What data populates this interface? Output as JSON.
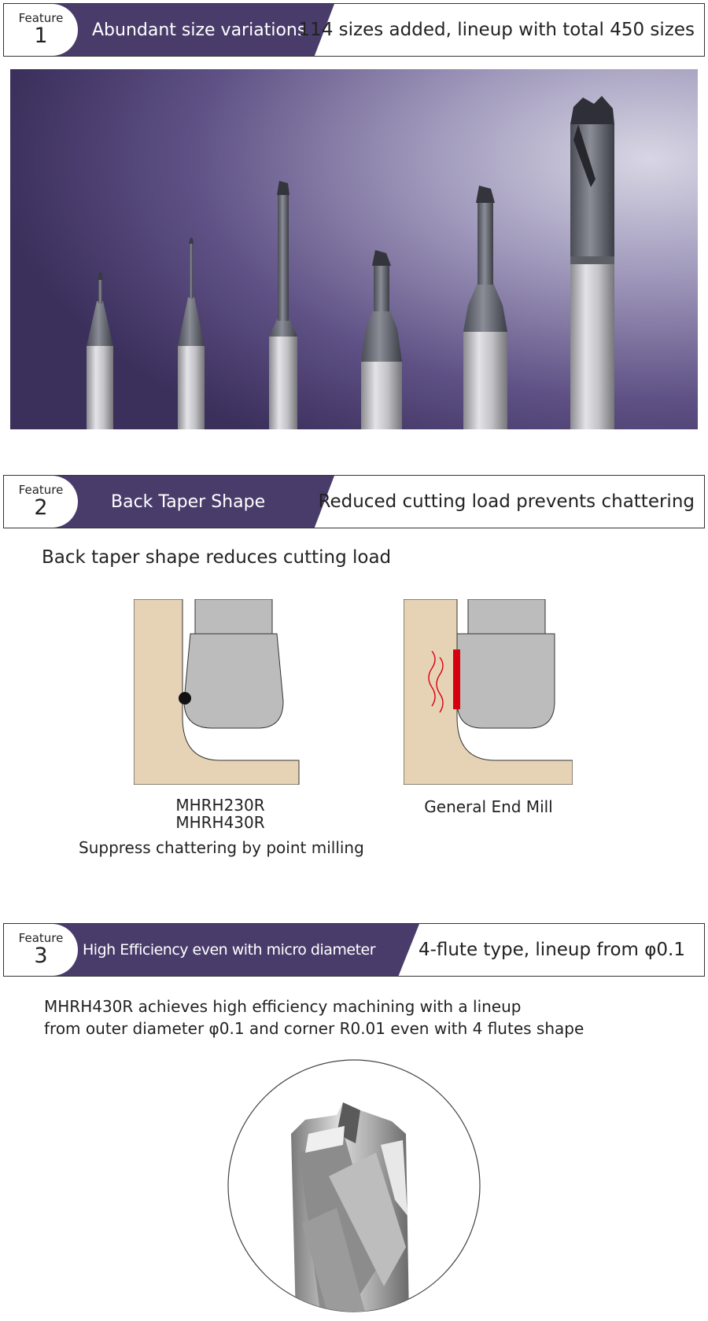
{
  "features": [
    {
      "badge_label": "Feature",
      "number": "1",
      "title": "Abundant size variations",
      "subtitle": "114 sizes added, lineup with total 450 sizes"
    },
    {
      "badge_label": "Feature",
      "number": "2",
      "title": "Back Taper Shape",
      "subtitle": "Reduced cutting load prevents chattering"
    },
    {
      "badge_label": "Feature",
      "number": "3",
      "title": "High Efficiency even with micro diameter",
      "subtitle": "4-flute type, lineup from φ0.1"
    }
  ],
  "feature2": {
    "heading": "Back taper shape reduces cutting load",
    "left_caption_line1": "MHRH230R",
    "left_caption_line2": "MHRH430R",
    "left_caption_line3": "Suppress chattering by point milling",
    "right_caption": "General End Mill"
  },
  "feature3": {
    "text_line1": "MHRH430R achieves high efficiency machining with a lineup",
    "text_line2": "from outer diameter φ0.1 and corner R0.01 even with 4 flutes shape"
  },
  "colors": {
    "band": "#493c6a",
    "workpiece": "#e6d3b5",
    "tool": "#bcbcbc",
    "chatter": "#d7000f"
  }
}
